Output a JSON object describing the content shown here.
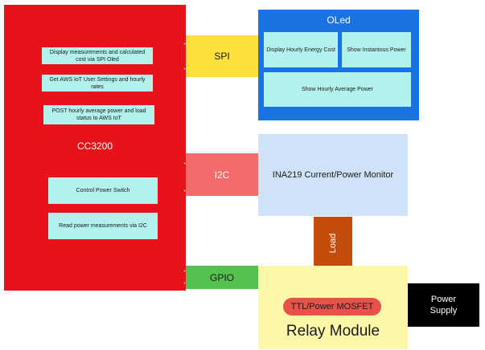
{
  "cc3200": {
    "label": "CC3200",
    "tasks": [
      "Display measurements and calculated cost via SPI Oled",
      "Get AWS IoT User Settings and hourly rates",
      "POST hourly average power and load status to AWS IoT",
      "Control Power Switch",
      "Read power measurements via I2C"
    ]
  },
  "buses": {
    "spi": "SPI",
    "i2c": "I2C",
    "gpio": "GPIO"
  },
  "oled": {
    "title": "OLed",
    "boxes": [
      "Display Hourly Energy Cost",
      "Show Instantous Power",
      "Show Hourly Average Power"
    ]
  },
  "ina219": {
    "label": "INA219 Current/Power Monitor"
  },
  "load": {
    "label": "Load"
  },
  "relay": {
    "label": "Relay Module",
    "mosfet": "TTL/Power MOSFET"
  },
  "power_supply": {
    "label": "Power Supply"
  },
  "colors": {
    "cc3200": "#e8131a",
    "task_box": "#b3f2ec",
    "spi": "#fde03a",
    "i2c": "#f56a6a",
    "gpio": "#55c14e",
    "oled": "#1a73e3",
    "ina219": "#cfe2f8",
    "load": "#c44d0b",
    "relay": "#fdf7a8",
    "mosfet": "#e8524a",
    "power_supply": "#000000"
  }
}
